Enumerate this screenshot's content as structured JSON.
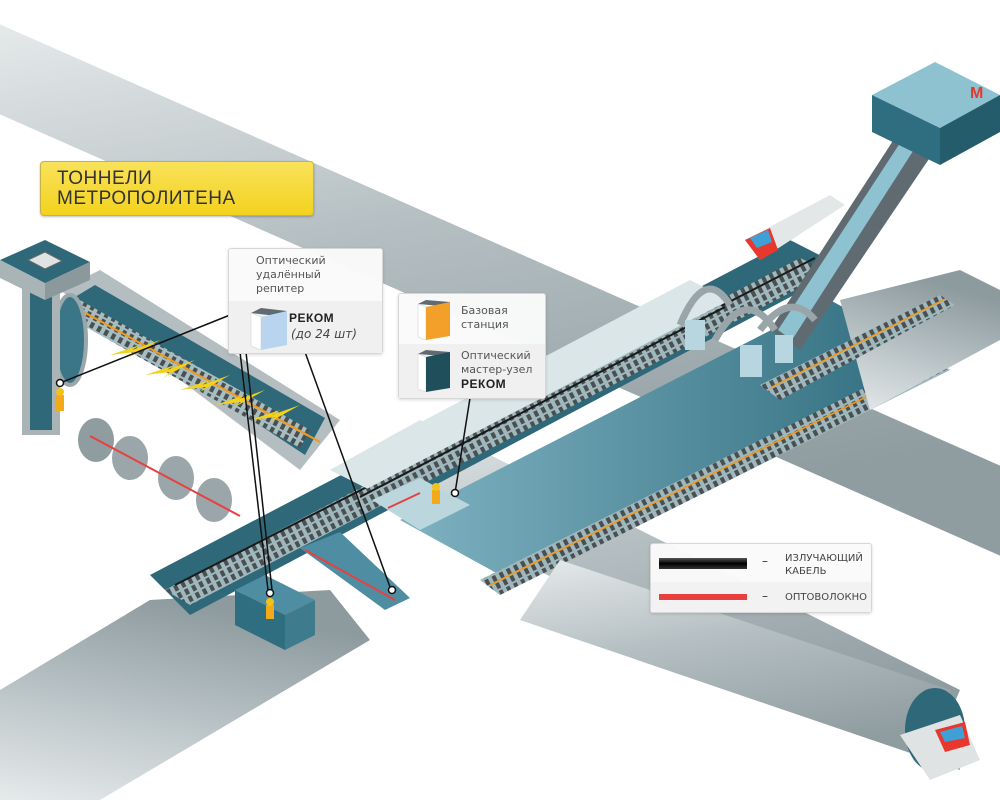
{
  "title": {
    "line1": "ТОННЕЛИ",
    "line2": "МЕТРОПОЛИТЕНА"
  },
  "repeater_callout": {
    "label_line1": "Оптический",
    "label_line2": "удалённый",
    "label_line3": "репитер",
    "brand": "РЕКОМ",
    "quantity": "(до 24 шт)",
    "icon": "light-blue-cube-icon"
  },
  "equipment_callout": {
    "base_station_line1": "Базовая",
    "base_station_line2": "станция",
    "base_station_icon": "orange-cube-icon",
    "master_node_line1": "Оптический",
    "master_node_line2": "мастер-узел",
    "master_node_brand": "РЕКОМ",
    "master_node_icon": "dark-teal-cube-icon"
  },
  "legend": {
    "items": [
      {
        "swatch_color": "#1a1a1a",
        "dash": "–",
        "label_line1": "ИЗЛУЧАЮЩИЙ",
        "label_line2": "КАБЕЛЬ"
      },
      {
        "swatch_color": "#e84040",
        "dash": "–",
        "label_line1": "ОПТОВОЛОКНО",
        "label_line2": ""
      }
    ]
  },
  "metro_logo": "М",
  "colors": {
    "tunnel_shell": "#b9c3c6",
    "tunnel_interior": "#3e7b8d",
    "platform": "#4f8ea2",
    "title_yellow": "#f5d728",
    "radiating_cable": "#1a1a1a",
    "fiber": "#e84040",
    "signal": "#f2d21a",
    "entrance_top": "#8ec2d1",
    "entrance_side": "#2f6e80",
    "logo_red": "#e8382e"
  }
}
